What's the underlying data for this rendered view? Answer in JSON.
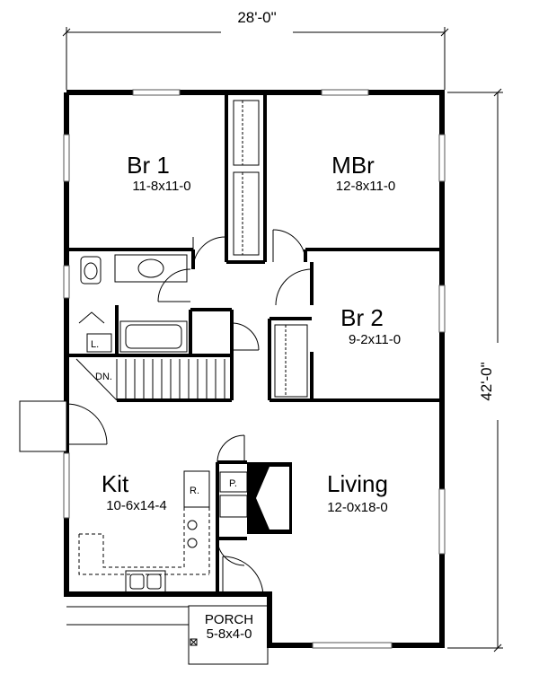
{
  "dimensions": {
    "width": "28'-0\"",
    "depth": "42'-0\""
  },
  "rooms": {
    "br1": {
      "name": "Br 1",
      "size": "11-8x11-0"
    },
    "mbr": {
      "name": "MBr",
      "size": "12-8x11-0"
    },
    "br2": {
      "name": "Br 2",
      "size": "9-2x11-0"
    },
    "kit": {
      "name": "Kit",
      "size": "10-6x14-4"
    },
    "living": {
      "name": "Living",
      "size": "12-0x18-0"
    },
    "porch": {
      "name": "PORCH",
      "size": "5-8x4-0"
    }
  },
  "labels": {
    "laundry": "L.",
    "down": "DN.",
    "refrigerator": "R.",
    "pantry": "P."
  }
}
